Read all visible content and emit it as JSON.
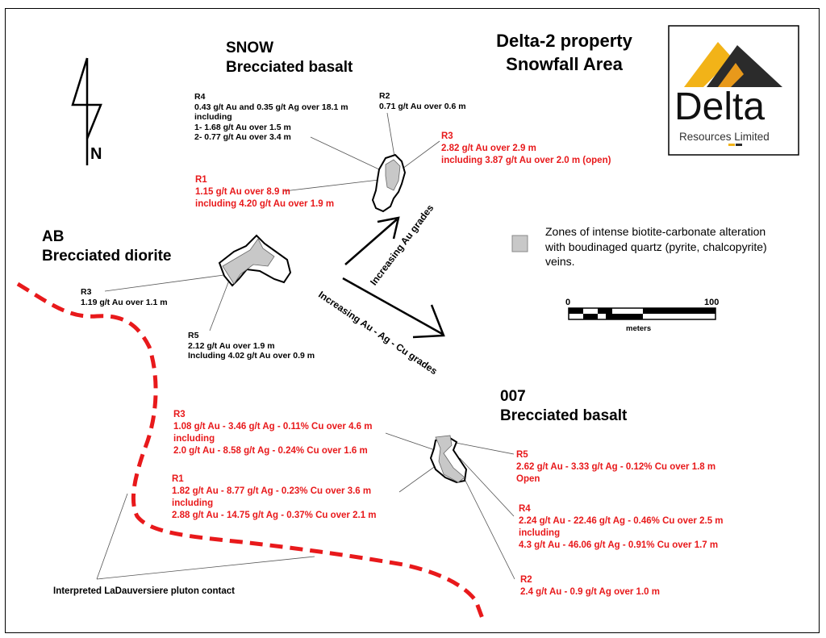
{
  "title": {
    "line1": "Delta-2 property",
    "line2": "Snowfall Area"
  },
  "logo": {
    "name": "Delta",
    "subtitle": "Resources Limited",
    "colors": {
      "gold": "#f2b318",
      "orange": "#e8991b",
      "dark": "#2b2b2b"
    }
  },
  "north_arrow": {
    "label": "N"
  },
  "legend": {
    "text": [
      "Zones of intense biotite-carbonate alteration",
      "with boudinaged quartz (pyrite, chalcopyrite)",
      "veins."
    ],
    "swatch_color": "#c8c8c8"
  },
  "scale_bar": {
    "start": "0",
    "end": "100",
    "unit": "meters"
  },
  "arrows": {
    "au": "Increasing Au grades",
    "au_ag_cu": "Increasing Au - Ag - Cu grades"
  },
  "zones": {
    "snow": {
      "name": "SNOW",
      "rock": "Brecciated basalt"
    },
    "ab": {
      "name": "AB",
      "rock": "Brecciated diorite"
    },
    "z007": {
      "name": "007",
      "rock": "Brecciated basalt"
    }
  },
  "snow_results": {
    "r4": [
      "R4",
      "0.43 g/t Au and 0.35 g/t Ag over 18.1 m",
      "including",
      "1- 1.68 g/t Au over 1.5 m",
      "2- 0.77 g/t Au over 3.4 m"
    ],
    "r2": [
      "R2",
      "0.71 g/t Au over 0.6 m"
    ],
    "r3": [
      "R3",
      "2.82 g/t Au over 2.9 m",
      "including 3.87 g/t Au over 2.0 m (open)"
    ],
    "r1": [
      "R1",
      "1.15 g/t Au over 8.9 m",
      "including 4.20 g/t Au over 1.9 m"
    ]
  },
  "ab_results": {
    "r3": [
      "R3",
      "1.19 g/t Au over 1.1 m"
    ],
    "r5": [
      "R5",
      "2.12 g/t Au over 1.9 m",
      "Including 4.02 g/t Au over 0.9 m"
    ]
  },
  "z007_results": {
    "r3": [
      "R3",
      "1.08 g/t Au - 3.46 g/t Ag - 0.11% Cu over 4.6 m",
      "including",
      "2.0 g/t Au - 8.58 g/t Ag - 0.24% Cu over 1.6 m"
    ],
    "r1": [
      "R1",
      "1.82 g/t Au - 8.77 g/t Ag - 0.23% Cu over 3.6 m",
      "including",
      "2.88 g/t Au - 14.75 g/t Ag - 0.37% Cu over 2.1 m"
    ],
    "r5": [
      "R5",
      "2.62 g/t Au - 3.33 g/t Ag - 0.12% Cu over 1.8 m",
      "Open"
    ],
    "r4": [
      "R4",
      "2.24 g/t Au - 22.46 g/t Ag - 0.46% Cu over 2.5 m",
      "including",
      "4.3 g/t Au - 46.06 g/t Ag - 0.91% Cu over 1.7 m"
    ],
    "r2": [
      "R2",
      "2.4 g/t Au - 0.9 g/t Ag over 1.0 m"
    ]
  },
  "pluton_contact": {
    "label": "Interpreted LaDauversiere pluton contact",
    "color": "#e8191b"
  }
}
